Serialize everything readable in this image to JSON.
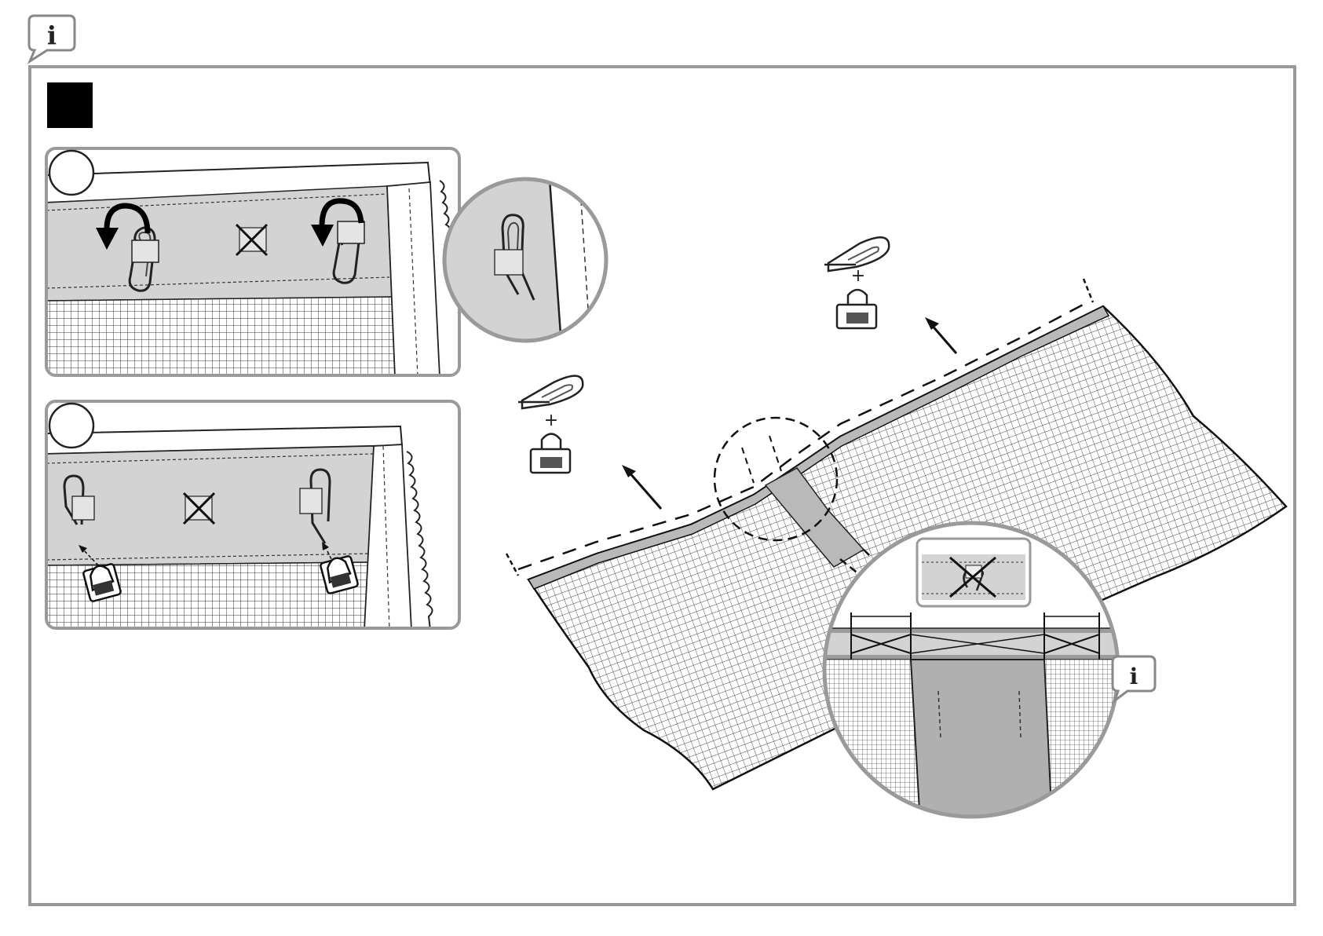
{
  "info_callout": {
    "symbol": "i"
  },
  "step_marker": {
    "label": ""
  },
  "panels": [
    {
      "id": "upper-detail",
      "number_label": ""
    },
    {
      "id": "lower-detail",
      "number_label": ""
    }
  ],
  "parts": {
    "combine_symbol": "+"
  },
  "zoom_inset": {
    "info_symbol": "i"
  },
  "colors": {
    "line": "#222222",
    "frame": "#9a9a9a",
    "fabric": "#d3d3d3",
    "band": "#b9b9b9",
    "marker": "#000000"
  }
}
